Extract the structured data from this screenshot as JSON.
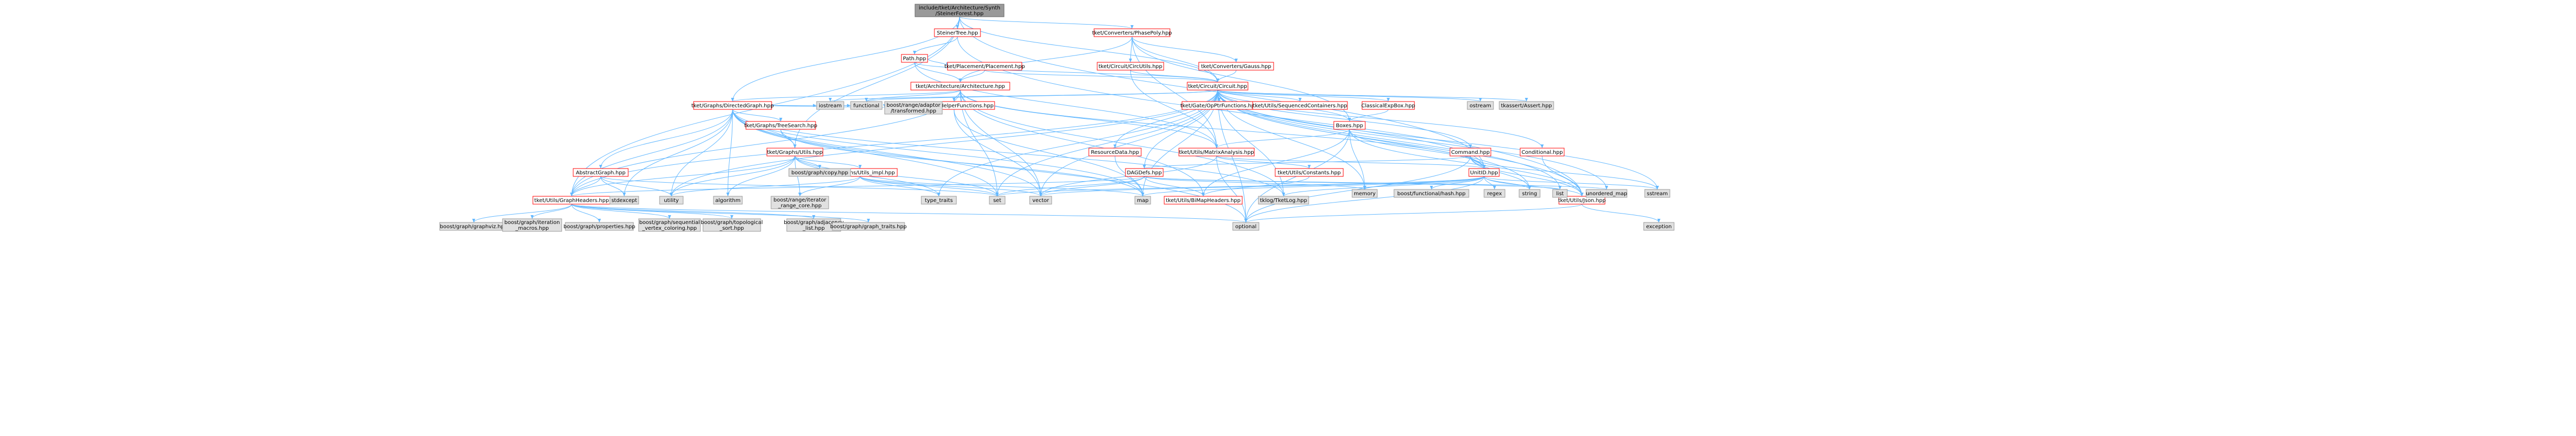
{
  "title": "include/tket/Architecture/Synth/SteinerForest.hpp",
  "colors": {
    "root_fill": "#999999",
    "internal_fill": "#ffffff",
    "internal_stroke": "#ff0000",
    "leaf_fill": "#e0e0e0",
    "leaf_stroke": "#999999",
    "edge": "#63b8ff"
  },
  "nodes": [
    {
      "id": "root",
      "kind": "root",
      "label": "include/tket/Architecture/Synth\n/SteinerForest.hpp"
    },
    {
      "id": "steinertree",
      "kind": "internal",
      "label": "SteinerTree.hpp"
    },
    {
      "id": "phasepoly",
      "kind": "internal",
      "label": "tket/Converters/PhasePoly.hpp"
    },
    {
      "id": "path",
      "kind": "internal",
      "label": "Path.hpp"
    },
    {
      "id": "gauss",
      "kind": "internal",
      "label": "tket/Converters/Gauss.hpp"
    },
    {
      "id": "placement",
      "kind": "internal",
      "label": "tket/Placement/Placement.hpp"
    },
    {
      "id": "circutils",
      "kind": "internal",
      "label": "tket/Circuit/CircUtils.hpp"
    },
    {
      "id": "architecture",
      "kind": "internal",
      "label": "tket/Architecture/Architecture.hpp"
    },
    {
      "id": "circuit",
      "kind": "internal",
      "label": "tket/Circuit/Circuit.hpp"
    },
    {
      "id": "directedgraph",
      "kind": "internal",
      "label": "tket/Graphs/DirectedGraph.hpp"
    },
    {
      "id": "helperfunctions",
      "kind": "internal",
      "label": "tket/Utils/HelperFunctions.hpp"
    },
    {
      "id": "opptrfunctions",
      "kind": "internal",
      "label": "tket/Gate/OpPtrFunctions.hpp"
    },
    {
      "id": "seqcontainers",
      "kind": "internal",
      "label": "tket/Utils/SequencedContainers.hpp"
    },
    {
      "id": "classicalexpbox",
      "kind": "internal",
      "label": "ClassicalExpBox.hpp"
    },
    {
      "id": "boxes",
      "kind": "internal",
      "label": "Boxes.hpp"
    },
    {
      "id": "treesearch",
      "kind": "internal",
      "label": "tket/Graphs/TreeSearch.hpp"
    },
    {
      "id": "graphsutils",
      "kind": "internal",
      "label": "tket/Graphs/Utils.hpp"
    },
    {
      "id": "command",
      "kind": "internal",
      "label": "Command.hpp"
    },
    {
      "id": "conditional",
      "kind": "internal",
      "label": "Conditional.hpp"
    },
    {
      "id": "resourcedata",
      "kind": "internal",
      "label": "ResourceData.hpp"
    },
    {
      "id": "matrixanalysis",
      "kind": "internal",
      "label": "tket/Utils/MatrixAnalysis.hpp"
    },
    {
      "id": "abstractgraph",
      "kind": "internal",
      "label": "AbstractGraph.hpp"
    },
    {
      "id": "utilsimpl",
      "kind": "internal",
      "label": "tket/Graphs/Utils_impl.hpp"
    },
    {
      "id": "dagdefs",
      "kind": "internal",
      "label": "DAGDefs.hpp"
    },
    {
      "id": "constants",
      "kind": "internal",
      "label": "tket/Utils/Constants.hpp"
    },
    {
      "id": "unitid",
      "kind": "internal",
      "label": "UnitID.hpp"
    },
    {
      "id": "graphheaders",
      "kind": "internal",
      "label": "tket/Utils/GraphHeaders.hpp"
    },
    {
      "id": "bimapheaders",
      "kind": "internal",
      "label": "tket/Utils/BiMapHeaders.hpp"
    },
    {
      "id": "json",
      "kind": "internal",
      "label": "tket/Utils/Json.hpp"
    },
    {
      "id": "tkassert",
      "kind": "leaf",
      "label": "tkassert/Assert.hpp"
    },
    {
      "id": "ostream",
      "kind": "leaf",
      "label": "ostream"
    },
    {
      "id": "iostream",
      "kind": "leaf",
      "label": "iostream"
    },
    {
      "id": "functional",
      "kind": "leaf",
      "label": "functional"
    },
    {
      "id": "transformed",
      "kind": "leaf",
      "label": "boost/range/adaptor\n/transformed.hpp"
    },
    {
      "id": "copy",
      "kind": "leaf",
      "label": "boost/graph/copy.hpp"
    },
    {
      "id": "stdexcept",
      "kind": "leaf",
      "label": "stdexcept"
    },
    {
      "id": "utility",
      "kind": "leaf",
      "label": "utility"
    },
    {
      "id": "algorithm",
      "kind": "leaf",
      "label": "algorithm"
    },
    {
      "id": "iterrange",
      "kind": "leaf",
      "label": "boost/range/iterator\n_range_core.hpp"
    },
    {
      "id": "typetraits",
      "kind": "leaf",
      "label": "type_traits"
    },
    {
      "id": "set",
      "kind": "leaf",
      "label": "set"
    },
    {
      "id": "vector",
      "kind": "leaf",
      "label": "vector"
    },
    {
      "id": "map",
      "kind": "leaf",
      "label": "map"
    },
    {
      "id": "tkloglog",
      "kind": "leaf",
      "label": "tklog/TketLog.hpp"
    },
    {
      "id": "memory",
      "kind": "leaf",
      "label": "memory"
    },
    {
      "id": "funchash",
      "kind": "leaf",
      "label": "boost/functional/hash.hpp"
    },
    {
      "id": "regex",
      "kind": "leaf",
      "label": "regex"
    },
    {
      "id": "string",
      "kind": "leaf",
      "label": "string"
    },
    {
      "id": "list",
      "kind": "leaf",
      "label": "list"
    },
    {
      "id": "unorderedmap",
      "kind": "leaf",
      "label": "unordered_map"
    },
    {
      "id": "sstream",
      "kind": "leaf",
      "label": "sstream"
    },
    {
      "id": "optional",
      "kind": "leaf",
      "label": "optional"
    },
    {
      "id": "exception",
      "kind": "leaf",
      "label": "exception"
    },
    {
      "id": "graphviz",
      "kind": "leaf",
      "label": "boost/graph/graphviz.hpp"
    },
    {
      "id": "itermacros",
      "kind": "leaf",
      "label": "boost/graph/iteration\n_macros.hpp"
    },
    {
      "id": "properties",
      "kind": "leaf",
      "label": "boost/graph/properties.hpp"
    },
    {
      "id": "seqvertex",
      "kind": "leaf",
      "label": "boost/graph/sequential\n_vertex_coloring.hpp"
    },
    {
      "id": "topsort",
      "kind": "leaf",
      "label": "boost/graph/topological\n_sort.hpp"
    },
    {
      "id": "adjlist",
      "kind": "leaf",
      "label": "boost/graph/adjacency\n_list.hpp"
    },
    {
      "id": "graphtraits",
      "kind": "leaf",
      "label": "boost/graph/graph_traits.hpp"
    }
  ],
  "edges": [
    [
      "root",
      "steinertree"
    ],
    [
      "root",
      "phasepoly"
    ],
    [
      "root",
      "circuit"
    ],
    [
      "root",
      "unitid"
    ],
    [
      "root",
      "directedgraph"
    ],
    [
      "root",
      "graphsutils"
    ],
    [
      "root",
      "graphheaders"
    ],
    [
      "steinertree",
      "path"
    ],
    [
      "steinertree",
      "json"
    ],
    [
      "phasepoly",
      "gauss"
    ],
    [
      "phasepoly",
      "circutils"
    ],
    [
      "phasepoly",
      "architecture"
    ],
    [
      "phasepoly",
      "circuit"
    ],
    [
      "phasepoly",
      "boxes"
    ],
    [
      "phasepoly",
      "matrixanalysis"
    ],
    [
      "path",
      "placement"
    ],
    [
      "path",
      "architecture"
    ],
    [
      "path",
      "circuit"
    ],
    [
      "path",
      "matrixanalysis"
    ],
    [
      "gauss",
      "circuit"
    ],
    [
      "placement",
      "architecture"
    ],
    [
      "placement",
      "circuit"
    ],
    [
      "circutils",
      "circuit"
    ],
    [
      "circutils",
      "matrixanalysis"
    ],
    [
      "architecture",
      "directedgraph"
    ],
    [
      "architecture",
      "helperfunctions"
    ],
    [
      "architecture",
      "matrixanalysis"
    ],
    [
      "architecture",
      "unitid"
    ],
    [
      "architecture",
      "graphheaders"
    ],
    [
      "architecture",
      "bimapheaders"
    ],
    [
      "architecture",
      "tkloglog"
    ],
    [
      "architecture",
      "set"
    ],
    [
      "architecture",
      "vector"
    ],
    [
      "architecture",
      "functional"
    ],
    [
      "circuit",
      "opptrfunctions"
    ],
    [
      "circuit",
      "seqcontainers"
    ],
    [
      "circuit",
      "classicalexpbox"
    ],
    [
      "circuit",
      "boxes"
    ],
    [
      "circuit",
      "command"
    ],
    [
      "circuit",
      "conditional"
    ],
    [
      "circuit",
      "resourcedata"
    ],
    [
      "circuit",
      "dagdefs"
    ],
    [
      "circuit",
      "unitid"
    ],
    [
      "circuit",
      "graphheaders"
    ],
    [
      "circuit",
      "json"
    ],
    [
      "circuit",
      "tkassert"
    ],
    [
      "circuit",
      "ostream"
    ],
    [
      "circuit",
      "iostream"
    ],
    [
      "circuit",
      "functional"
    ],
    [
      "circuit",
      "typetraits"
    ],
    [
      "circuit",
      "set"
    ],
    [
      "circuit",
      "vector"
    ],
    [
      "circuit",
      "map"
    ],
    [
      "circuit",
      "tkloglog"
    ],
    [
      "circuit",
      "memory"
    ],
    [
      "circuit",
      "string"
    ],
    [
      "circuit",
      "list"
    ],
    [
      "circuit",
      "unorderedmap"
    ],
    [
      "circuit",
      "sstream"
    ],
    [
      "circuit",
      "optional"
    ],
    [
      "circuit",
      "utility"
    ],
    [
      "directedgraph",
      "treesearch"
    ],
    [
      "directedgraph",
      "graphsutils"
    ],
    [
      "directedgraph",
      "abstractgraph"
    ],
    [
      "directedgraph",
      "graphheaders"
    ],
    [
      "directedgraph",
      "iostream"
    ],
    [
      "directedgraph",
      "functional"
    ],
    [
      "directedgraph",
      "transformed"
    ],
    [
      "directedgraph",
      "stdexcept"
    ],
    [
      "directedgraph",
      "utility"
    ],
    [
      "directedgraph",
      "algorithm"
    ],
    [
      "directedgraph",
      "set"
    ],
    [
      "directedgraph",
      "vector"
    ],
    [
      "directedgraph",
      "map"
    ],
    [
      "directedgraph",
      "optional"
    ],
    [
      "directedgraph",
      "tkloglog"
    ],
    [
      "helperfunctions",
      "transformed"
    ],
    [
      "helperfunctions",
      "vector"
    ],
    [
      "helperfunctions",
      "map"
    ],
    [
      "classicalexpbox",
      "boxes"
    ],
    [
      "boxes",
      "matrixanalysis"
    ],
    [
      "boxes",
      "unitid"
    ],
    [
      "boxes",
      "json"
    ],
    [
      "boxes",
      "bimapheaders"
    ],
    [
      "boxes",
      "memory"
    ],
    [
      "boxes",
      "optional"
    ],
    [
      "treesearch",
      "graphsutils"
    ],
    [
      "treesearch",
      "map"
    ],
    [
      "graphsutils",
      "copy"
    ],
    [
      "graphsutils",
      "utilsimpl"
    ],
    [
      "graphsutils",
      "graphheaders"
    ],
    [
      "graphsutils",
      "algorithm"
    ],
    [
      "graphsutils",
      "iterrange"
    ],
    [
      "graphsutils",
      "typetraits"
    ],
    [
      "graphsutils",
      "set"
    ],
    [
      "graphsutils",
      "utility"
    ],
    [
      "command",
      "dagdefs"
    ],
    [
      "command",
      "unitid"
    ],
    [
      "command",
      "json"
    ],
    [
      "command",
      "string"
    ],
    [
      "command",
      "sstream"
    ],
    [
      "command",
      "optional"
    ],
    [
      "conditional",
      "json"
    ],
    [
      "resourcedata",
      "map"
    ],
    [
      "matrixanalysis",
      "constants"
    ],
    [
      "matrixanalysis",
      "unitid"
    ],
    [
      "matrixanalysis",
      "vector"
    ],
    [
      "matrixanalysis",
      "optional"
    ],
    [
      "abstractgraph",
      "graphheaders"
    ],
    [
      "abstractgraph",
      "stdexcept"
    ],
    [
      "abstractgraph",
      "utility"
    ],
    [
      "abstractgraph",
      "set"
    ],
    [
      "utilsimpl",
      "iterrange"
    ],
    [
      "utilsimpl",
      "typetraits"
    ],
    [
      "utilsimpl",
      "set"
    ],
    [
      "utilsimpl",
      "vector"
    ],
    [
      "utilsimpl",
      "map"
    ],
    [
      "utilsimpl",
      "utility"
    ],
    [
      "dagdefs",
      "graphheaders"
    ],
    [
      "dagdefs",
      "bimapheaders"
    ],
    [
      "dagdefs",
      "set"
    ],
    [
      "dagdefs",
      "vector"
    ],
    [
      "dagdefs",
      "list"
    ],
    [
      "dagdefs",
      "unorderedmap"
    ],
    [
      "dagdefs",
      "memory"
    ],
    [
      "constants",
      "bimapheaders"
    ],
    [
      "unitid",
      "funchash"
    ],
    [
      "unitid",
      "json"
    ],
    [
      "unitid",
      "regex"
    ],
    [
      "unitid",
      "string"
    ],
    [
      "unitid",
      "memory"
    ],
    [
      "unitid",
      "optional"
    ],
    [
      "unitid",
      "sstream"
    ],
    [
      "unitid",
      "map"
    ],
    [
      "unitid",
      "tkloglog"
    ],
    [
      "unitid",
      "set"
    ],
    [
      "unitid",
      "vector"
    ],
    [
      "graphheaders",
      "graphviz"
    ],
    [
      "graphheaders",
      "itermacros"
    ],
    [
      "graphheaders",
      "properties"
    ],
    [
      "graphheaders",
      "seqvertex"
    ],
    [
      "graphheaders",
      "topsort"
    ],
    [
      "graphheaders",
      "adjlist"
    ],
    [
      "graphheaders",
      "graphtraits"
    ],
    [
      "graphheaders",
      "optional"
    ],
    [
      "json",
      "optional"
    ],
    [
      "json",
      "exception"
    ]
  ]
}
